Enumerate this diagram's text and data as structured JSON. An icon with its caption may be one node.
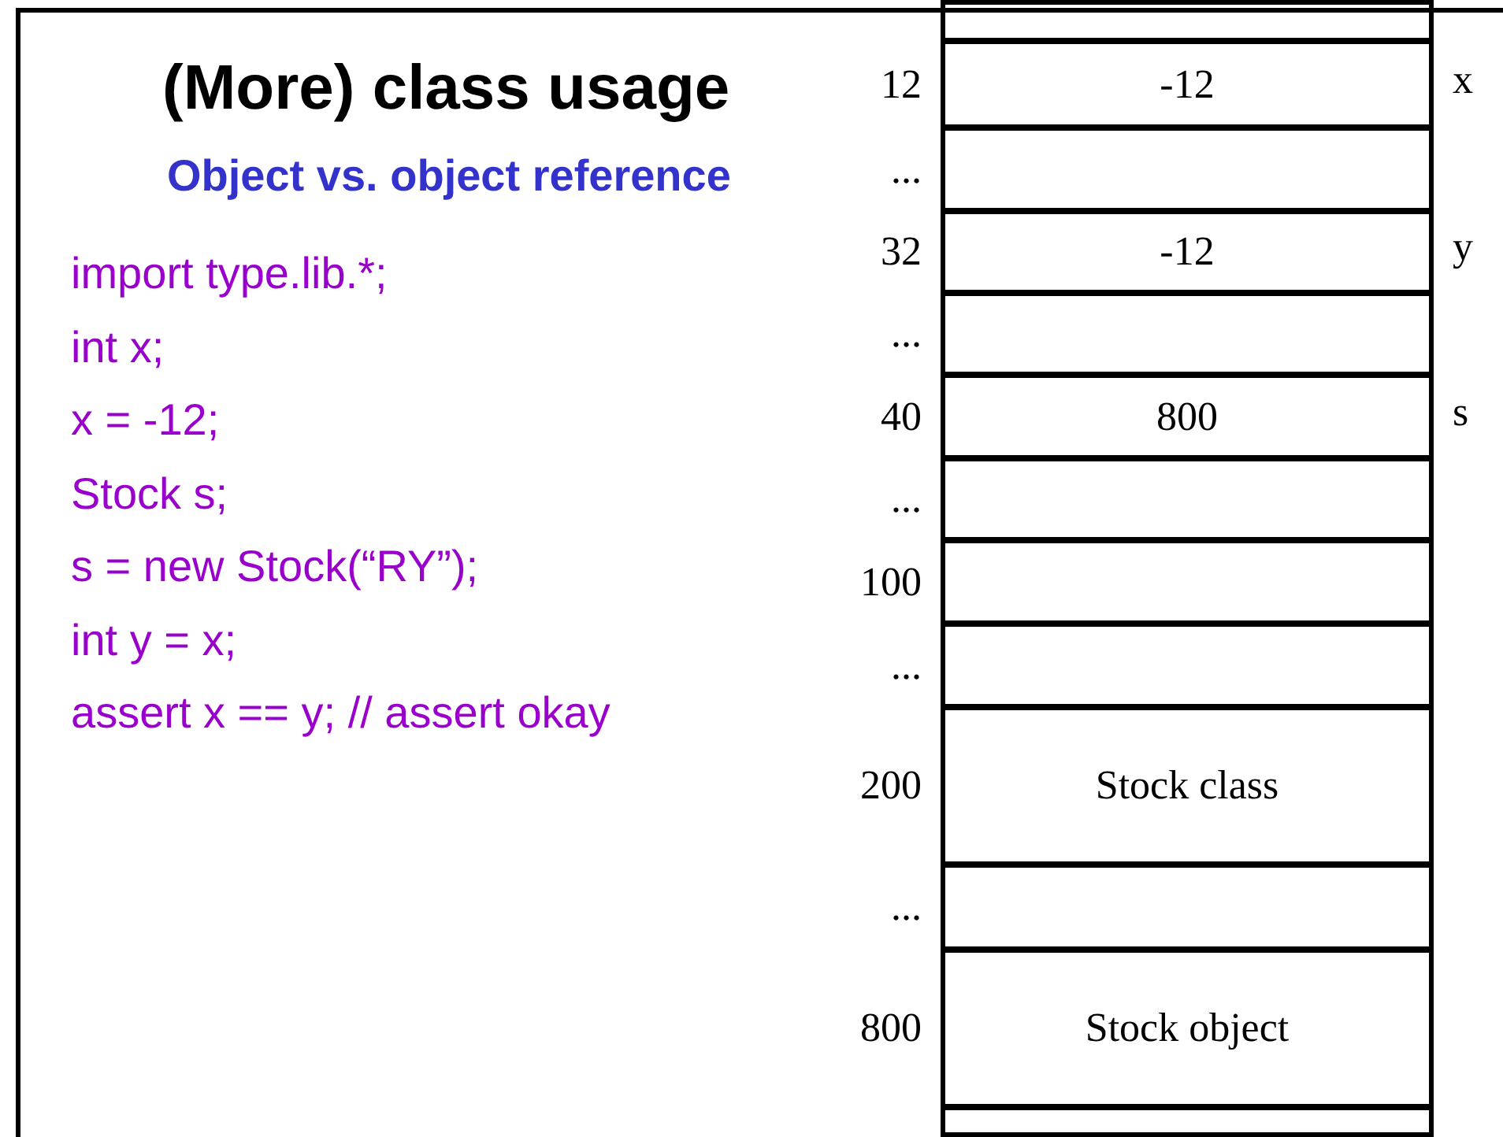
{
  "diagram": {
    "title": "(More) class usage",
    "nodes": [
      {
        "text": [],
        "shape": "box"
      },
      {
        "text": [
          "-12"
        ],
        "beside": [
          "12",
          "x"
        ]
      },
      {
        "text": [],
        "shape": "box",
        "beside": [
          "..."
        ]
      },
      {
        "text": [
          "-12"
        ],
        "beside": [
          "32",
          "y"
        ]
      },
      {
        "text": [],
        "shape": "box",
        "beside": [
          "..."
        ]
      },
      {
        "text": [
          "800"
        ],
        "beside": [
          "40",
          "s"
        ]
      },
      {
        "text": [],
        "shape": "box",
        "beside": [
          "..."
        ]
      },
      {
        "text": [],
        "shape": "box",
        "beside": [
          "100"
        ]
      },
      {
        "text": [],
        "shape": "box",
        "beside": [
          "..."
        ]
      },
      {
        "text": [
          "Stock class"
        ],
        "beside": [
          "200"
        ]
      },
      {
        "text": [],
        "shape": "box",
        "beside": [
          "..."
        ]
      },
      {
        "text": [
          "Stock object"
        ],
        "beside": [
          "800"
        ]
      },
      {
        "text": [],
        "shape": "box"
      }
    ],
    "labels": [
      "Object vs. object reference",
      "import type.lib.*;",
      "int x;",
      "x = -12;",
      "Stock s;",
      "s = new Stock(“RY”);",
      "int y = x;",
      "assert x == y; // assert okay"
    ]
  }
}
